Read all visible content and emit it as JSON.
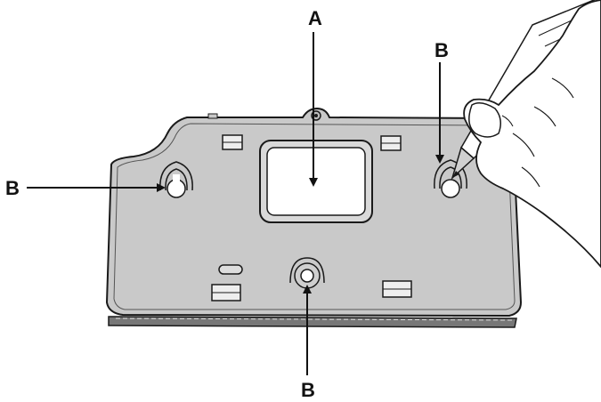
{
  "callouts": {
    "top": "A",
    "left": "B",
    "right": "B",
    "bottom": "B"
  },
  "colors": {
    "plate_fill": "#c9c9c9",
    "plate_inner": "#bdbdbd",
    "outline": "#1a1a1a",
    "background": "#ffffff"
  },
  "icons": {
    "hand": "hand-holding-pen-icon",
    "pen": "pen-icon"
  }
}
